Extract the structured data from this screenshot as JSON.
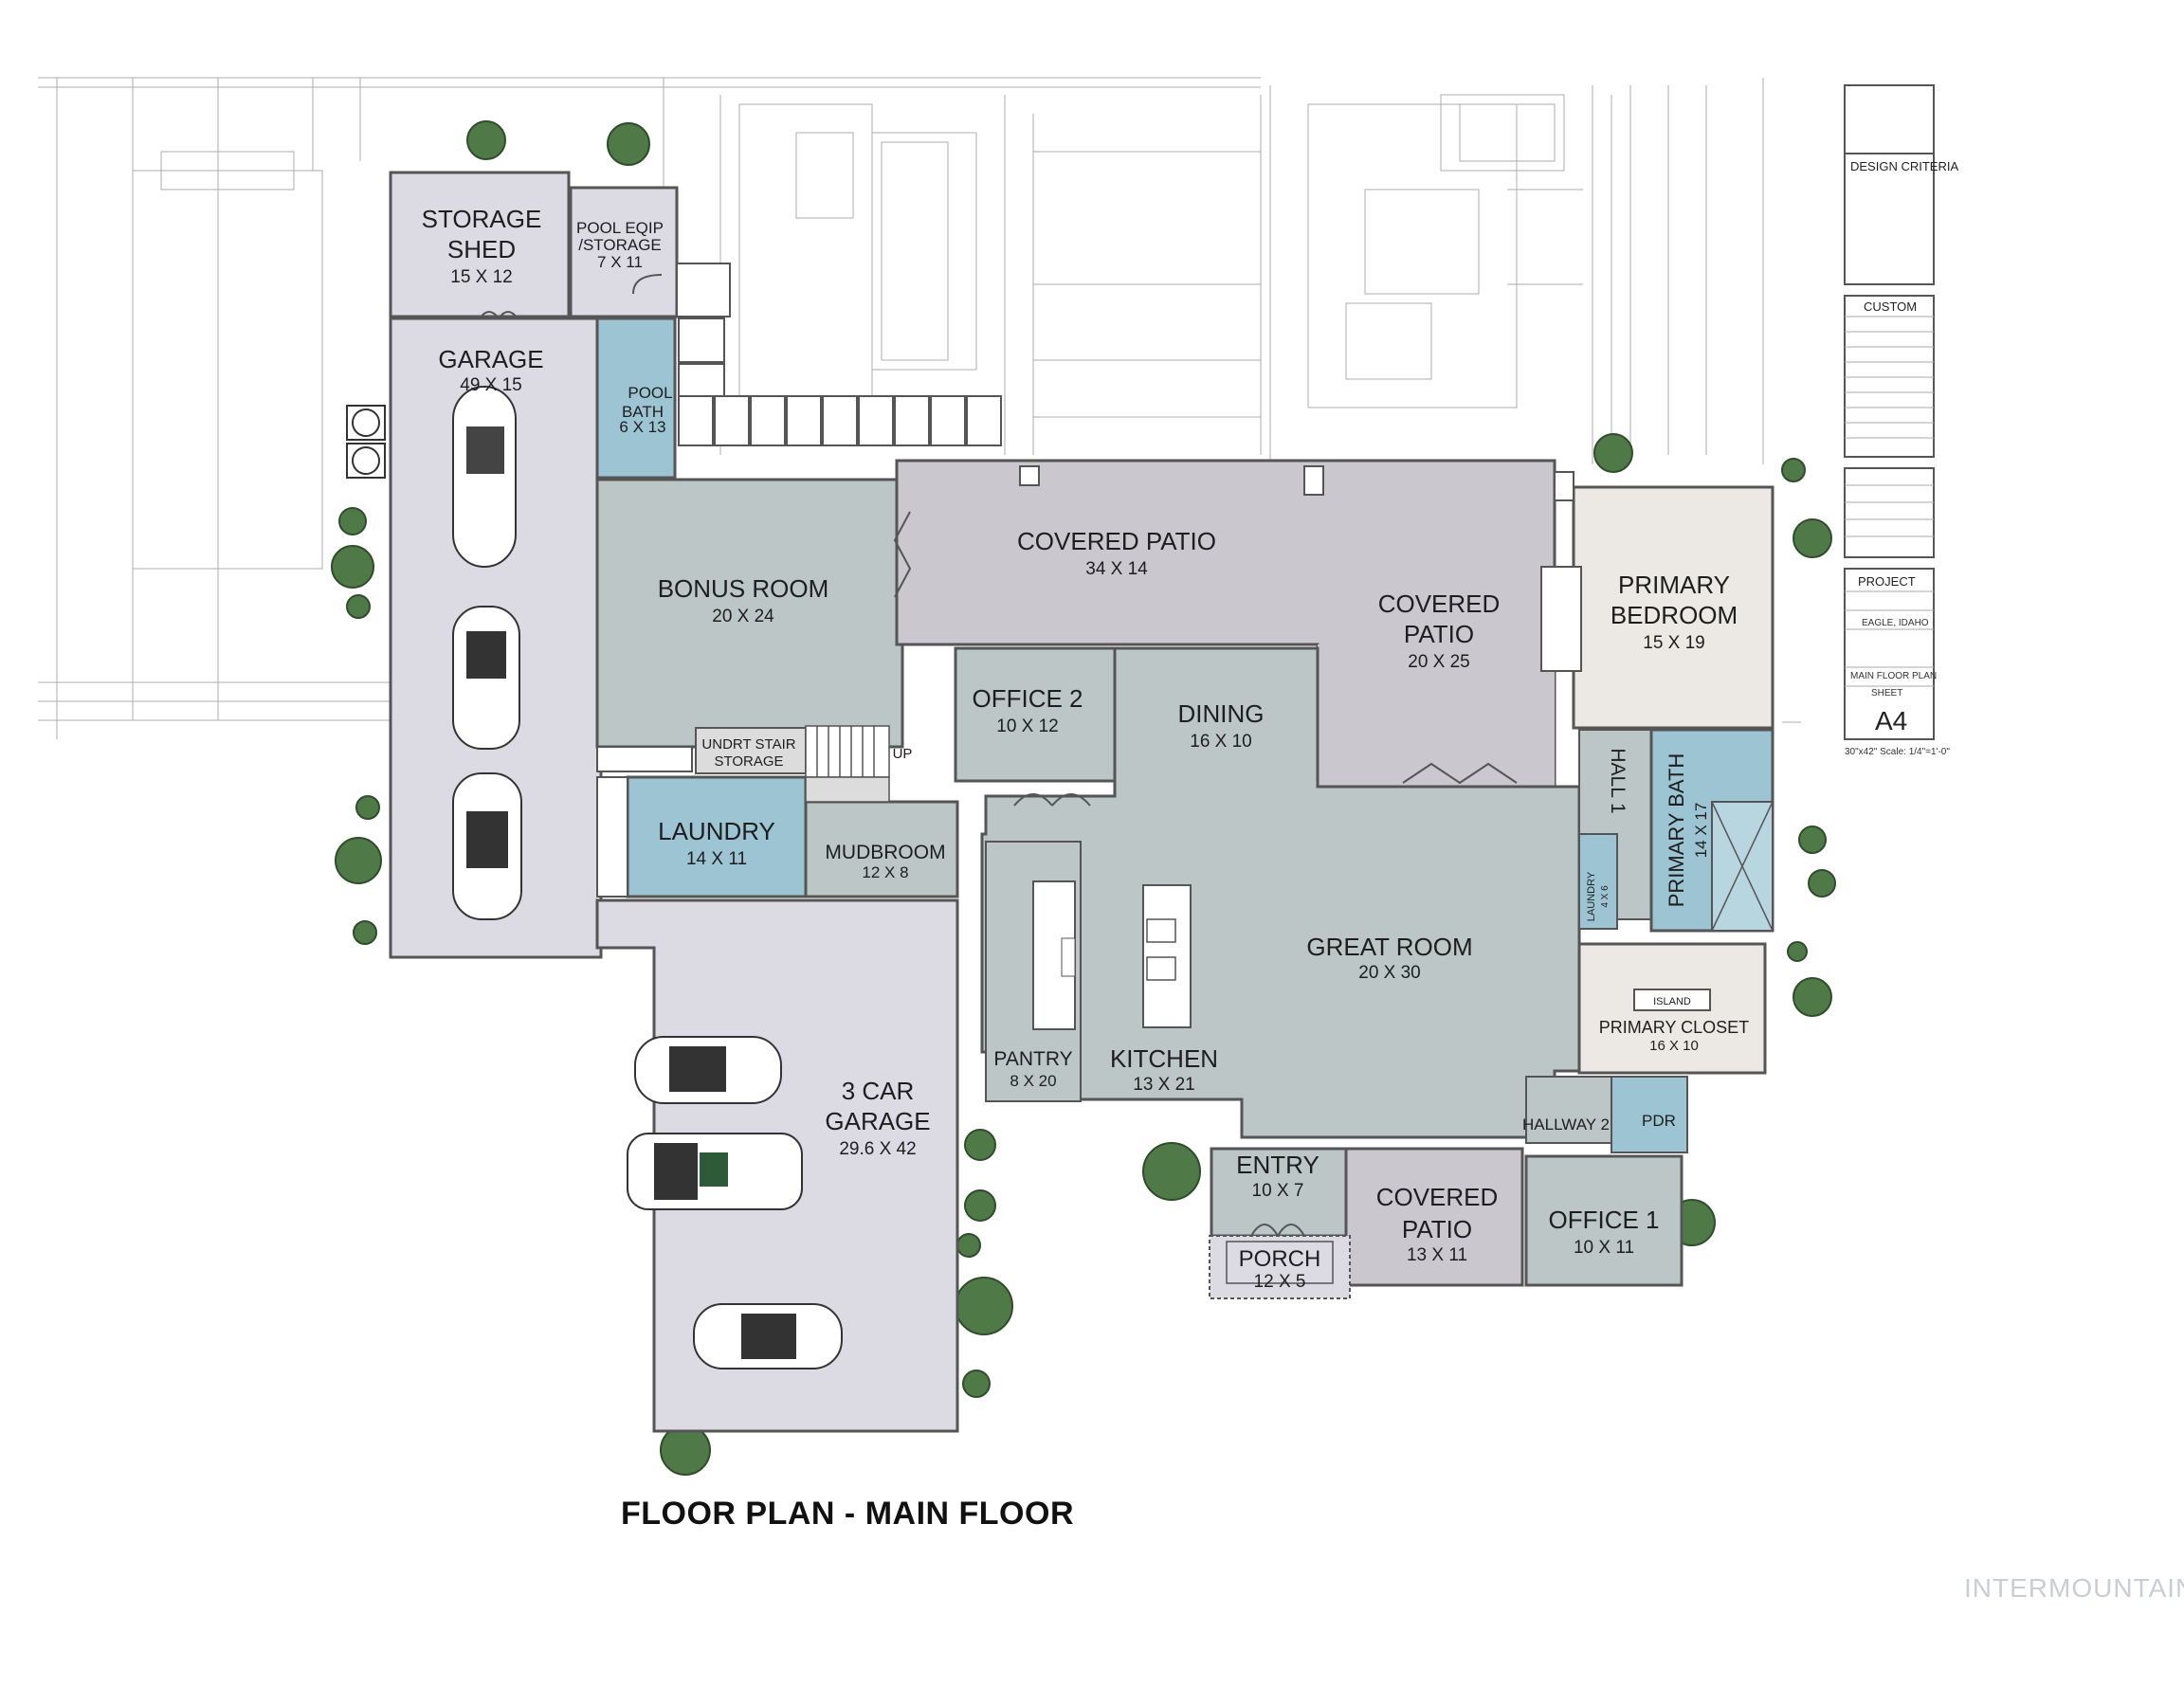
{
  "plan_title": "FLOOR PLAN - MAIN FLOOR",
  "watermark": "INTERMOUNTAIN",
  "colors": {
    "patio": "#cbc7cf",
    "living": "#bcc6c6",
    "bath": "#9cc4d3",
    "garage": "#dcdbe4",
    "bedroom": "#ece9e4",
    "line": "#555555"
  },
  "rooms": {
    "storage_shed": {
      "name1": "STORAGE",
      "name2": "SHED",
      "dim": "15 X 12"
    },
    "pool_eqip": {
      "name1": "POOL EQIP",
      "name2": "/STORAGE",
      "dim": "7 X 11"
    },
    "garage": {
      "name": "GARAGE",
      "dim": "49 X 15"
    },
    "pool_bath": {
      "name1": "POOL",
      "name2": "BATH",
      "dim": "6 X 13"
    },
    "covered_patio_rear": {
      "name": "COVERED PATIO",
      "dim": "34 X 14"
    },
    "bonus_room": {
      "name": "BONUS ROOM",
      "dim": "20 X 24"
    },
    "covered_patio_side": {
      "name1": "COVERED",
      "name2": "PATIO",
      "dim": "20 X 25"
    },
    "primary_bedroom": {
      "name1": "PRIMARY",
      "name2": "BEDROOM",
      "dim": "15 X 19"
    },
    "office_2": {
      "name": "OFFICE 2",
      "dim": "10 X 12"
    },
    "dining": {
      "name": "DINING",
      "dim": "16 X 10"
    },
    "undrt_stair": {
      "name1": "UNDRT STAIR",
      "name2": "STORAGE"
    },
    "up_label": "UP",
    "laundry": {
      "name": "LAUNDRY",
      "dim": "14 X 11"
    },
    "mudroom": {
      "name": "MUDBROOM",
      "dim": "12 X 8"
    },
    "hall_1": {
      "name": "HALL 1"
    },
    "primary_bath": {
      "name": "PRIMARY BATH",
      "dim": "14 X 17"
    },
    "laundry_small": {
      "name": "LAUNDRY",
      "dim": "4 X 6"
    },
    "great_room": {
      "name": "GREAT ROOM",
      "dim": "20 X 30"
    },
    "island": {
      "name": "ISLAND"
    },
    "primary_closet": {
      "name": "PRIMARY CLOSET",
      "dim": "16 X 10"
    },
    "pantry": {
      "name": "PANTRY",
      "dim": "8 X 20"
    },
    "kitchen": {
      "name": "KITCHEN",
      "dim": "13 X 21"
    },
    "three_car_garage": {
      "name1": "3 CAR",
      "name2": "GARAGE",
      "dim": "29.6 X 42"
    },
    "hallway_2": {
      "name": "HALLWAY 2"
    },
    "pdr": {
      "name": "PDR"
    },
    "entry": {
      "name": "ENTRY",
      "dim": "10 X 7"
    },
    "covered_patio_front": {
      "name1": "COVERED",
      "name2": "PATIO",
      "dim": "13 X 11"
    },
    "office_1": {
      "name": "OFFICE 1",
      "dim": "10 X 11"
    },
    "porch": {
      "name": "PORCH",
      "dim": "12 X 5"
    }
  },
  "title_block": {
    "design_criteria": "DESIGN CRITERIA",
    "custom": "CUSTOM",
    "project": "PROJECT",
    "sheet_name": "MAIN FLOOR PLAN",
    "sheet_label": "SHEET",
    "sheet_number": "A4",
    "location": "EAGLE, IDAHO",
    "scale": "30\"x42\" Scale: 1/4\"=1'-0\""
  }
}
